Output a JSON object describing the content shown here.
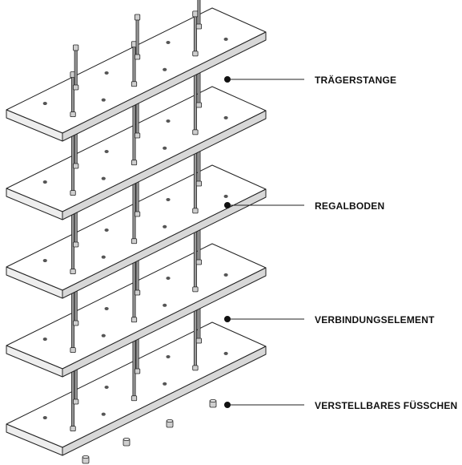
{
  "diagram": {
    "callouts": [
      {
        "label": "TRÄGERSTANGE"
      },
      {
        "label": "REGALBODEN"
      },
      {
        "label": "VERBINDUNGSELEMENT"
      },
      {
        "label": "VERSTELLBARES FÜSSCHEN"
      }
    ],
    "colors": {
      "line": "#222222",
      "board_top": "#ffffff",
      "board_edge": "#d8d8d8",
      "rod": "#9a9a9a",
      "nut": "#cfcfcf",
      "hole": "#555555"
    }
  }
}
